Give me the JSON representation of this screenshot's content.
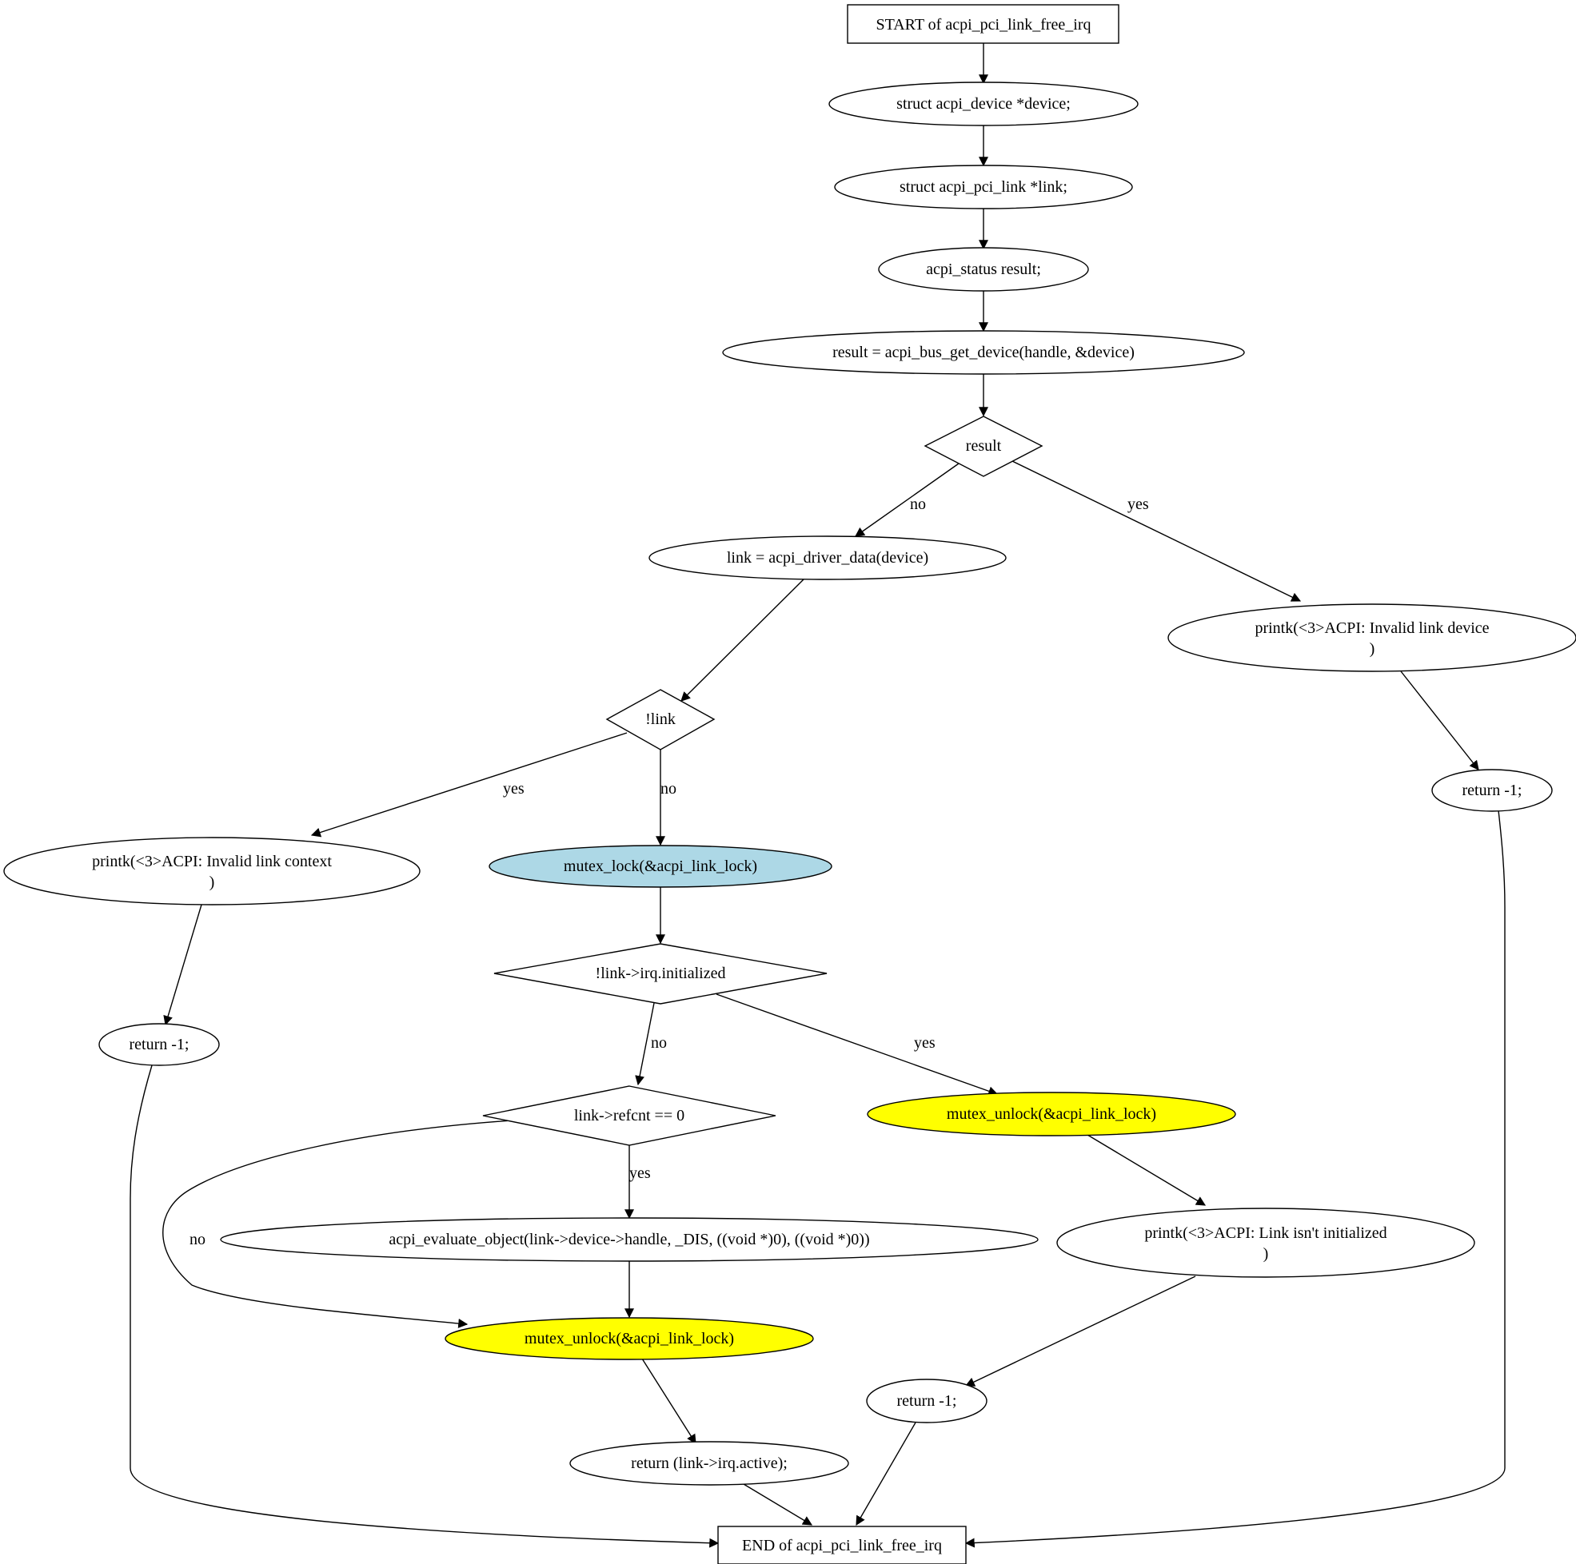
{
  "colors": {
    "default_fill": "#ffffff",
    "lock_fill": "#add8e6",
    "unlock_fill": "#ffff00",
    "stroke": "#000000"
  },
  "nodes": {
    "start": {
      "label": "START of acpi_pci_link_free_irq"
    },
    "decl_device": {
      "label": "struct acpi_device *device;"
    },
    "decl_link": {
      "label": "struct acpi_pci_link *link;"
    },
    "decl_result": {
      "label": "acpi_status result;"
    },
    "get_device": {
      "label": "result = acpi_bus_get_device(handle, &device)"
    },
    "cond_result": {
      "label": "result"
    },
    "link_assign": {
      "label": "link = acpi_driver_data(device)"
    },
    "printk_invalid_device": {
      "line1": "printk(<3>ACPI: Invalid link device",
      "line2": ")"
    },
    "return_1": {
      "label": "return -1;"
    },
    "cond_not_link": {
      "label": "!link"
    },
    "printk_invalid_context": {
      "line1": "printk(<3>ACPI: Invalid link context",
      "line2": ")"
    },
    "mutex_lock": {
      "label": "mutex_lock(&acpi_link_lock)"
    },
    "return_2": {
      "label": "return -1;"
    },
    "cond_not_initialized": {
      "label": "!link->irq.initialized"
    },
    "cond_refcnt": {
      "label": "link->refcnt == 0"
    },
    "mutex_unlock_1": {
      "label": "mutex_unlock(&acpi_link_lock)"
    },
    "acpi_evaluate": {
      "label": "acpi_evaluate_object(link->device->handle, _DIS, ((void *)0), ((void *)0))"
    },
    "printk_not_initialized": {
      "line1": "printk(<3>ACPI: Link isn't initialized",
      "line2": ")"
    },
    "mutex_unlock_2": {
      "label": "mutex_unlock(&acpi_link_lock)"
    },
    "return_3": {
      "label": "return -1;"
    },
    "return_active": {
      "label": "return (link->irq.active);"
    },
    "end": {
      "label": "END of acpi_pci_link_free_irq"
    }
  },
  "edge_labels": {
    "result_no": "no",
    "result_yes": "yes",
    "not_link_yes": "yes",
    "not_link_no": "no",
    "initialized_no": "no",
    "initialized_yes": "yes",
    "refcnt_yes": "yes",
    "refcnt_no": "no"
  }
}
